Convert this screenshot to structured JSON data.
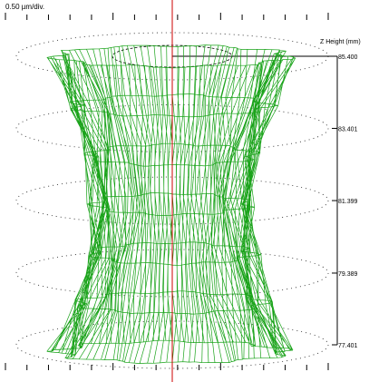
{
  "chart_data": {
    "type": "wireframe-3d",
    "scale_label": "0.50 µm/div.",
    "z_axis_label": "Z Height (mm)",
    "z_ticks": [
      "85.400",
      "83.401",
      "81.399",
      "79.389",
      "77.401"
    ],
    "z_values": [
      85.4,
      83.401,
      81.399,
      79.389,
      77.401
    ],
    "zlim": [
      77.401,
      85.4
    ],
    "ruler_divisions": 15,
    "rings": 5,
    "colors": {
      "mesh": "#1aa31a",
      "center_line": "#cc0000",
      "axis": "#000000",
      "ring": "#333333"
    }
  }
}
